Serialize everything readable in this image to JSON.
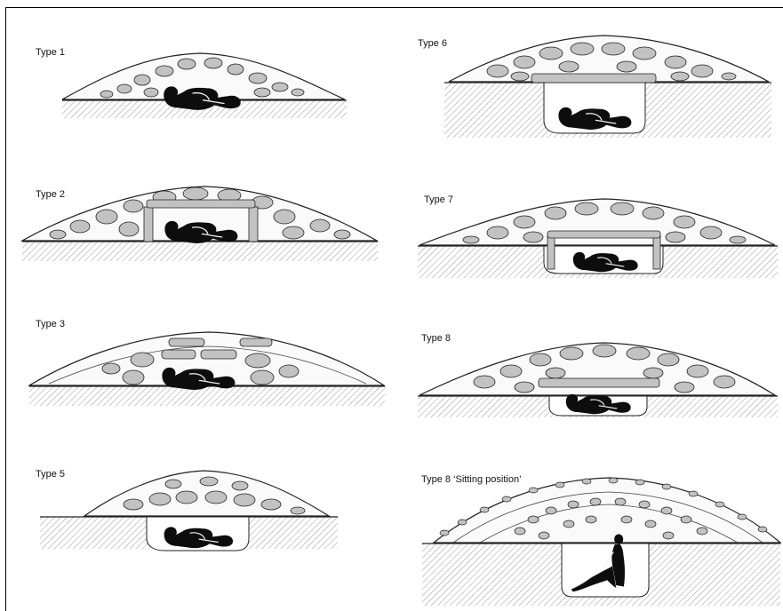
{
  "panels": [
    {
      "id": "type1",
      "label": "Type 1"
    },
    {
      "id": "type2",
      "label": "Type 2"
    },
    {
      "id": "type3",
      "label": "Type 3"
    },
    {
      "id": "type5",
      "label": "Type 5"
    },
    {
      "id": "type6",
      "label": "Type 6"
    },
    {
      "id": "type7",
      "label": "Type 7"
    },
    {
      "id": "type8",
      "label": "Type 8"
    },
    {
      "id": "type8-sitting",
      "label": "Type 8 ‘Sitting position’"
    }
  ],
  "colors": {
    "stone": "#c2c2c2",
    "outline": "#222222",
    "figure": "#0d0d0d",
    "ground_hatch": "#9a9a9a"
  }
}
